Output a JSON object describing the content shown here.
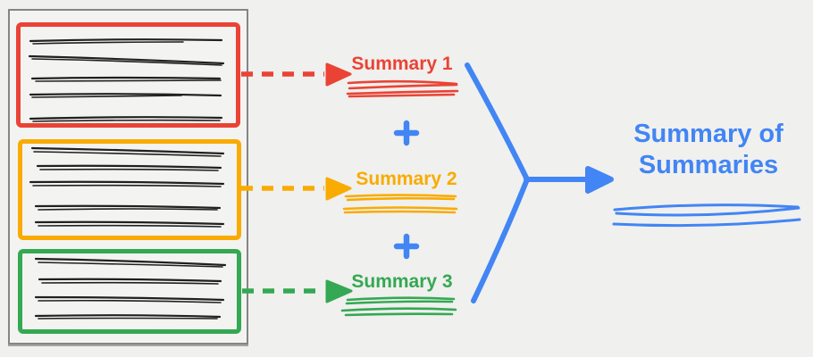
{
  "colors": {
    "background": "#f0f0ee",
    "paper": "#f3f3f1",
    "paper_border": "#858585",
    "ink": "#202020",
    "red": "#EA4335",
    "orange": "#F9AB00",
    "green": "#34A853",
    "blue": "#4285F4"
  },
  "source_document": {
    "chunks": [
      {
        "name": "chunk-1",
        "outline_color": "#EA4335",
        "text_line_count": 5
      },
      {
        "name": "chunk-2",
        "outline_color": "#F9AB00",
        "text_line_count": 5
      },
      {
        "name": "chunk-3",
        "outline_color": "#34A853",
        "text_line_count": 4
      }
    ]
  },
  "summaries": [
    {
      "label": "Summary 1",
      "color": "#EA4335"
    },
    {
      "label": "Summary 2",
      "color": "#F9AB00"
    },
    {
      "label": "Summary 3",
      "color": "#34A853"
    }
  ],
  "plus_operator": "+",
  "result": {
    "label": "Summary of Summaries",
    "color": "#4285F4"
  }
}
